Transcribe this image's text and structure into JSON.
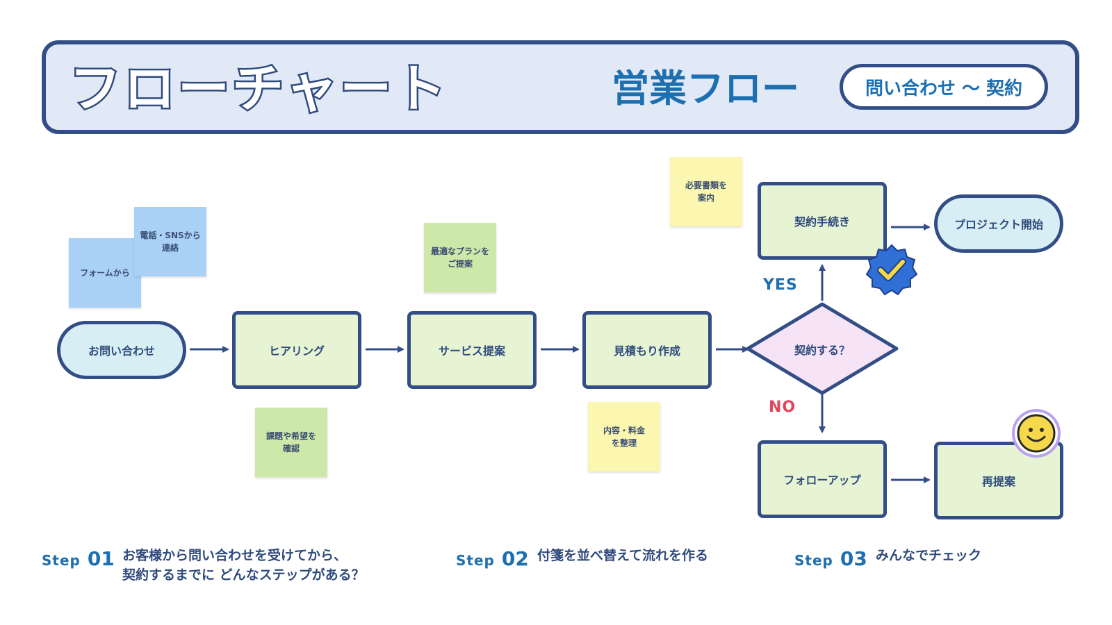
{
  "header": {
    "title": "フローチャート",
    "subtitle": "営業フロー",
    "range": "問い合わせ ～ 契約"
  },
  "nodes": {
    "inquiry": "お問い合わせ",
    "hearing": "ヒアリング",
    "proposal": "サービス提案",
    "estimate": "見積もり作成",
    "decision": "契約する？",
    "contract": "契約手続き",
    "project_start": "プロジェクト開始",
    "follow_up": "フォローアップ",
    "re_proposal": "再提案"
  },
  "branches": {
    "yes": "YES",
    "no": "NO"
  },
  "stickies": {
    "form": "フォームから",
    "phone_sns": "電話・SNSから\n連絡",
    "issues": "課題や希望を\n確認",
    "best_plan": "最適なプランを\nご提案",
    "content_price": "内容・料金\nを整理",
    "documents": "必要書類を\n案内"
  },
  "steps": [
    {
      "label": "Step",
      "num": "01",
      "text": "お客様から問い合わせを受けてから、\n契約するまでに どんなステップがある？"
    },
    {
      "label": "Step",
      "num": "02",
      "text": "付箋を並べ替えて流れを作る"
    },
    {
      "label": "Step",
      "num": "03",
      "text": "みんなでチェック"
    }
  ],
  "icons": {
    "badge": "check-badge-icon",
    "smiley": "smiley-icon"
  },
  "colors": {
    "outline": "#334e86",
    "accent": "#1d6fb0",
    "node_fill": "#e6f4d4",
    "pill_fill": "#d6eef4",
    "decision_fill": "#f6e4f6",
    "yes": "#1d6fb0",
    "no": "#e0455a"
  }
}
